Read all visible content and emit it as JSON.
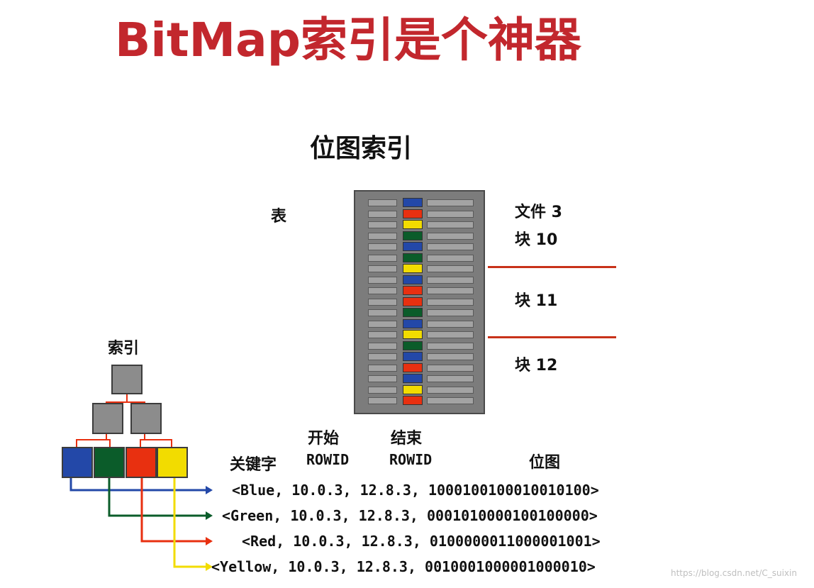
{
  "title": "BitMap索引是个神器",
  "subtitle": "位图索引",
  "labels": {
    "table": "表",
    "index": "索引",
    "file": "文件 3",
    "block10": "块 10",
    "block11": "块 11",
    "block12": "块 12",
    "key": "关键字",
    "start_top": "开始",
    "start_bottom": "ROWID",
    "end_top": "结束",
    "end_bottom": "ROWID",
    "bitmap": "位图"
  },
  "entries": [
    {
      "key": "Blue",
      "text": "<Blue, 10.0.3, 12.8.3, 1000100100010010100>",
      "color": "#2348a8"
    },
    {
      "key": "Green",
      "text": "<Green, 10.0.3, 12.8.3, 0001010000100100000>",
      "color": "#0b5c2a"
    },
    {
      "key": "Red",
      "text": "<Red, 10.0.3, 12.8.3, 0100000011000001001>",
      "color": "#e83010"
    },
    {
      "key": "Yellow",
      "text": "<Yellow, 10.0.3, 12.8.3, 0010001000001000010>",
      "color": "#f2dc00"
    }
  ],
  "row_colors": [
    "blue",
    "red",
    "yellow",
    "green",
    "blue",
    "green",
    "yellow",
    "blue",
    "red",
    "red",
    "green",
    "blue",
    "yellow",
    "green",
    "blue",
    "red",
    "blue",
    "yellow",
    "red"
  ],
  "colors": {
    "title": "#c2272d",
    "blue": "#2348a8",
    "green": "#0b5c2a",
    "red": "#e83010",
    "yellow": "#f2dc00",
    "gray_node": "#8c8c8c",
    "divider": "#c8321a"
  },
  "watermark": "https://blog.csdn.net/C_suixin"
}
